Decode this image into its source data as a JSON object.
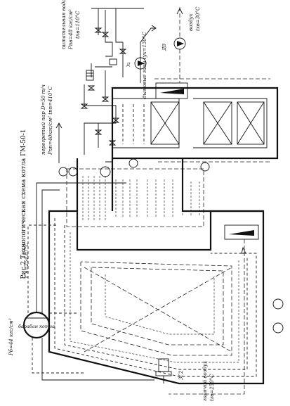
{
  "diagram": {
    "title": "Рис.2 Технологическая схема котла ГМ-50-1",
    "drum_label": "барабан котла",
    "drum_pressure": "Pб=44 кгс/см²",
    "saturation_temp": "t\"н=254.87°C",
    "superheated_steam_label": "перегретый пар  D=50 т/ч",
    "superheated_steam_params": "Pпп=40кгс/см² tпп=410°C",
    "feed_water_label": "питательная вода",
    "feed_water_pressure": "Pпв=48 кгс/см²",
    "feed_water_temp": "tпв=110°C",
    "flue_gas_label": "дымовые газы  tух=130°C",
    "air_label": "воздух",
    "air_temp": "tхв=30°C",
    "hot_air_label": "горячий воздух",
    "hot_air_temp": "tгв=250°C",
    "fuel_label": "ЗГ2",
    "fan_label": "ДВ",
    "exhauster_label": "Д"
  }
}
